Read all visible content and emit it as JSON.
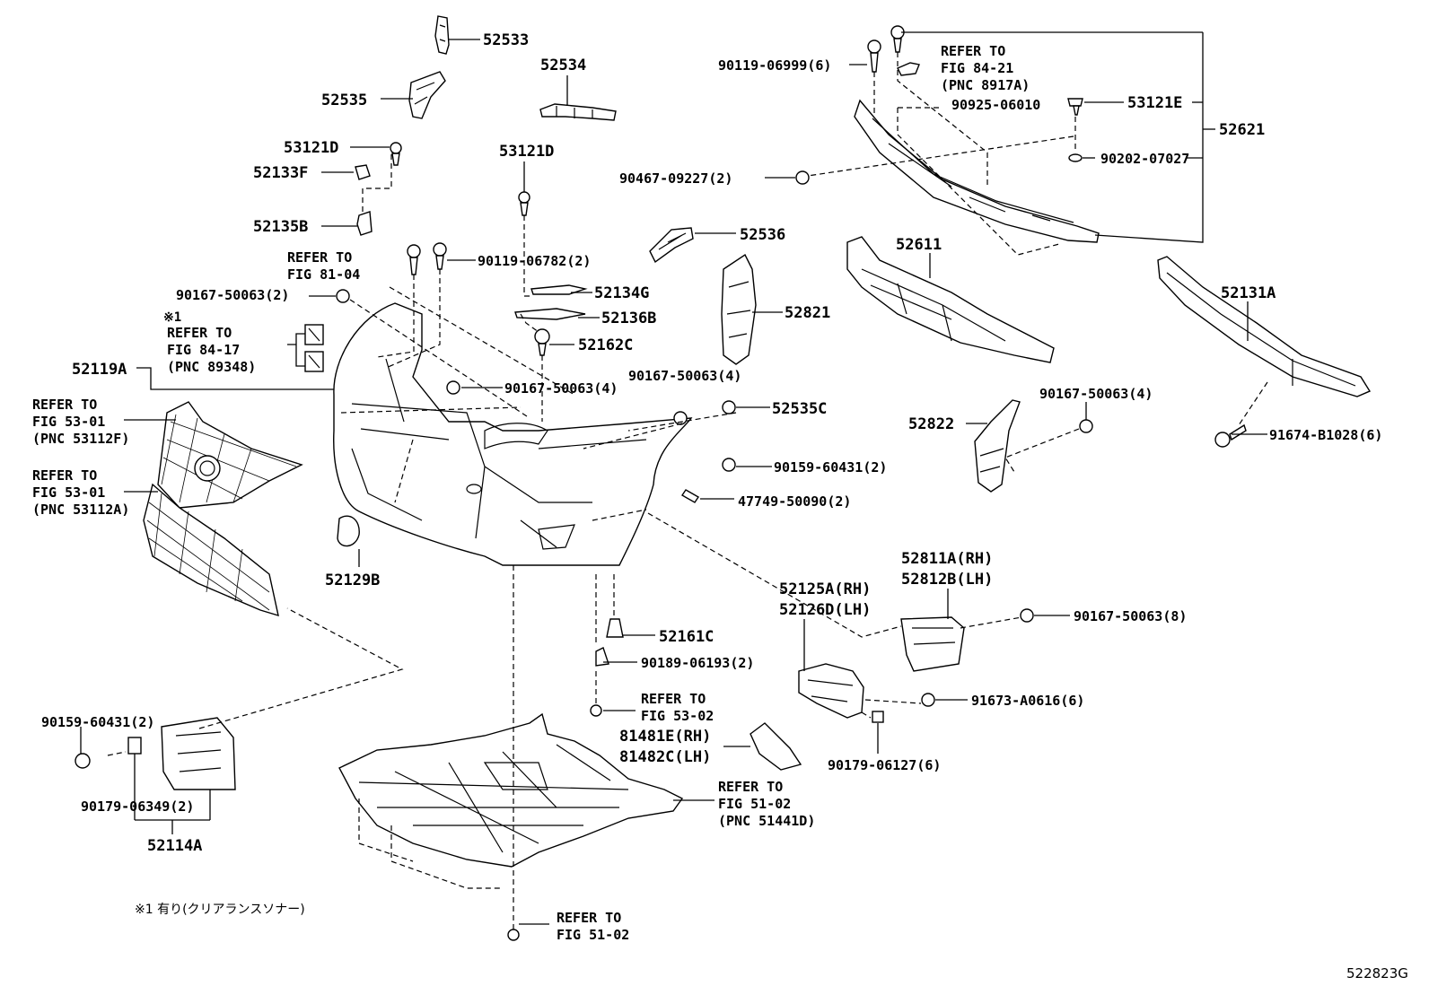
{
  "labels": {
    "p52533": "52533",
    "p52534": "52534",
    "p52535": "52535",
    "p53121D_a": "53121D",
    "p52133F": "52133F",
    "p52135B": "52135B",
    "p53121D_b": "53121D",
    "p52536": "52536",
    "p90119_06782": "90119-06782(2)",
    "refer_8104": "REFER TO\nFIG 81-04",
    "p90167_50063_2": "90167-50063(2)",
    "note1_mark": "※1",
    "refer_8417": "REFER TO\nFIG 84-17\n(PNC 89348)",
    "p52119A": "52119A",
    "p52134G": "52134G",
    "p52136B": "52136B",
    "p52162C": "52162C",
    "p52821": "52821",
    "p90167_50063_4a": "90167-50063(4)",
    "p90167_50063_4b": "90167-50063(4)",
    "p52535C": "52535C",
    "refer_5301a": "REFER TO\nFIG 53-01\n(PNC 53112F)",
    "refer_5301b": "REFER TO\nFIG 53-01\n(PNC 53112A)",
    "p90159_60431_2a": "90159-60431(2)",
    "p47749_50090": "47749-50090(2)",
    "p52129B": "52129B",
    "p90119_06999": "90119-06999(6)",
    "refer_8421": "REFER TO\nFIG 84-21\n(PNC 8917A)",
    "p90925_06010": "90925-06010",
    "p53121E": "53121E",
    "p52621": "52621",
    "p90467_09227": "90467-09227(2)",
    "p90202_07027": "90202-07027",
    "p52611": "52611",
    "p52131A": "52131A",
    "p52822": "52822",
    "p90167_50063_4c": "90167-50063(4)",
    "p91674_B1028": "91674-B1028(6)",
    "p52811A": "52811A(RH)\n52812B(LH)",
    "p52125A": "52125A(RH)\n52126D(LH)",
    "p90167_50063_8": "90167-50063(8)",
    "p52161C": "52161C",
    "p90189_06193": "90189-06193(2)",
    "refer_5302": "REFER TO\nFIG 53-02",
    "p81481E": "81481E(RH)\n81482C(LH)",
    "p91673_A0616": "91673-A0616(6)",
    "p90179_06127": "90179-06127(6)",
    "refer_5102a": "REFER TO\nFIG 51-02\n(PNC 51441D)",
    "p90159_60431_2b": "90159-60431(2)",
    "p90179_06349": "90179-06349(2)",
    "p52114A": "52114A",
    "footnote": "※1 有り(クリアランスソナー)",
    "refer_5102b": "REFER TO\nFIG 51-02",
    "figure_code": "522823G"
  }
}
